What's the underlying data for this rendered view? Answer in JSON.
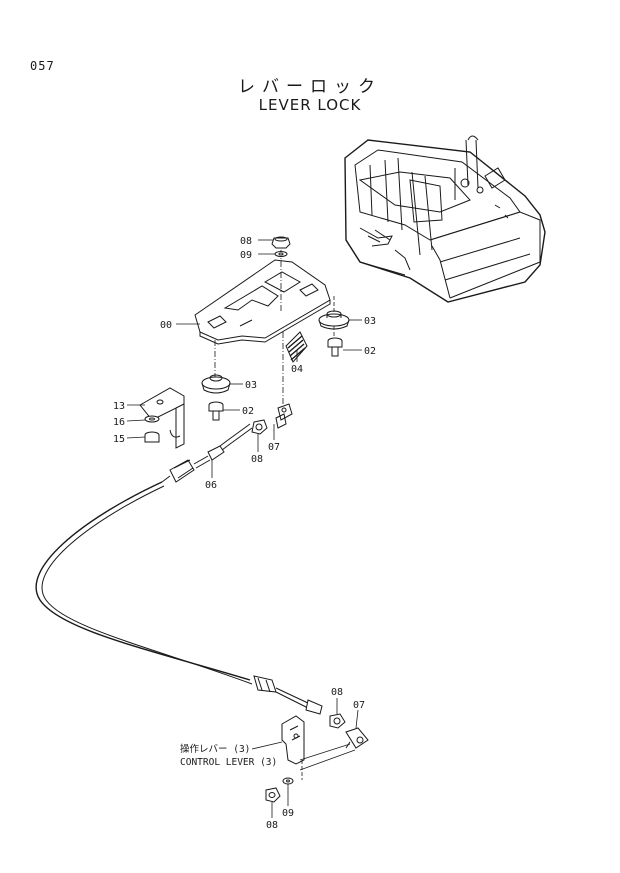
{
  "page": {
    "number": "057"
  },
  "title": {
    "japanese": "レバーロック",
    "english": "LEVER LOCK"
  },
  "parts": {
    "p08_top": "08",
    "p09_top": "09",
    "p00": "00",
    "p03_right": "03",
    "p02_right": "02",
    "p04": "04",
    "p03_left": "03",
    "p02_left": "02",
    "p13": "13",
    "p16": "16",
    "p15": "15",
    "p08_mid": "08",
    "p07_mid": "07",
    "p06": "06",
    "p08_low": "08",
    "p07_low": "07",
    "p08_bottom": "08",
    "p09_bottom": "09"
  },
  "notes": {
    "control_lever_jp": "操作レバー (3)",
    "control_lever_en": "CONTROL LEVER (3)"
  }
}
